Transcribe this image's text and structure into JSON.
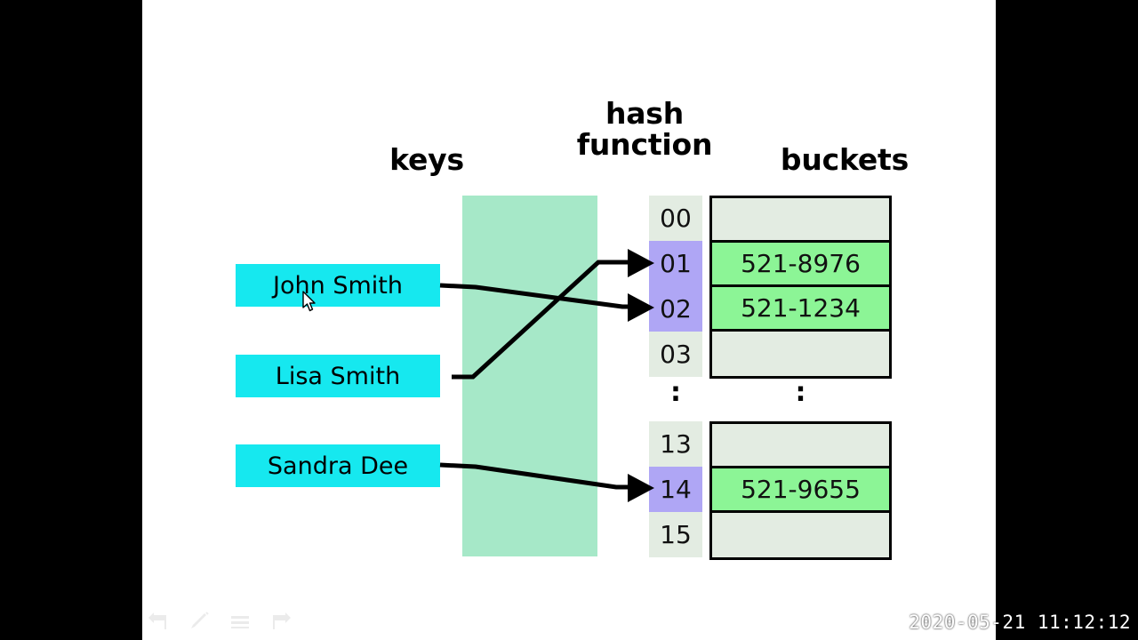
{
  "slide": {
    "headings": {
      "keys": "keys",
      "hash_function": "hash\nfunction",
      "buckets": "buckets"
    },
    "keys": [
      {
        "label": "John Smith"
      },
      {
        "label": "Lisa Smith"
      },
      {
        "label": "Sandra Dee"
      }
    ],
    "bucket_groups": [
      {
        "rows": [
          {
            "index": "00",
            "value": "",
            "occupied": false
          },
          {
            "index": "01",
            "value": "521-8976",
            "occupied": true
          },
          {
            "index": "02",
            "value": "521-1234",
            "occupied": true
          },
          {
            "index": "03",
            "value": "",
            "occupied": false
          }
        ]
      },
      {
        "rows": [
          {
            "index": "13",
            "value": "",
            "occupied": false
          },
          {
            "index": "14",
            "value": "521-9655",
            "occupied": true
          },
          {
            "index": "15",
            "value": "",
            "occupied": false
          }
        ]
      }
    ],
    "ellipsis": {
      "index_column": ":",
      "value_column": ":"
    },
    "mappings": [
      {
        "from": "John Smith",
        "to": "02"
      },
      {
        "from": "Lisa Smith",
        "to": "01"
      },
      {
        "from": "Sandra Dee",
        "to": "14"
      }
    ],
    "colors": {
      "key_box": "#16e8ef",
      "hash_block": "#a6e8c8",
      "bucket_empty": "#e3ece2",
      "bucket_filled": "#8cf596",
      "index_occupied": "#afa6f5",
      "slide_background": "#ffffff",
      "letterbox": "#000000"
    }
  },
  "overlay": {
    "timestamp": "2020-05-21 11:12:12"
  },
  "viewer_controls": [
    {
      "name": "previous-slide",
      "label": "Previous"
    },
    {
      "name": "pen-tool",
      "label": "Pen"
    },
    {
      "name": "menu",
      "label": "Menu"
    },
    {
      "name": "next-slide",
      "label": "Next"
    }
  ]
}
